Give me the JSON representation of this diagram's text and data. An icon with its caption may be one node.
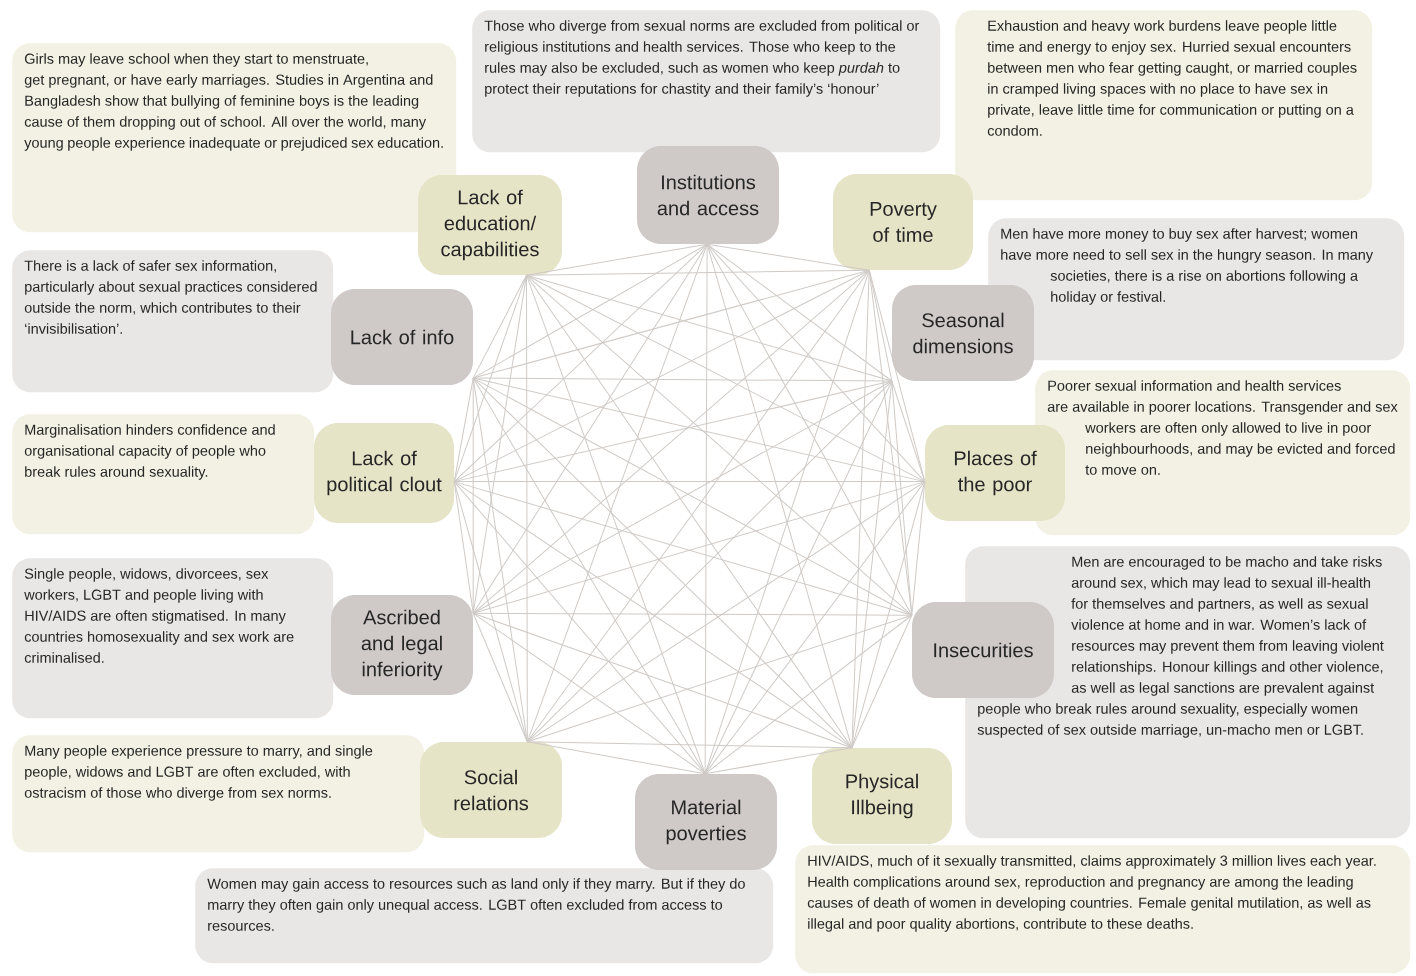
{
  "diagram": {
    "nodes": [
      {
        "text": [
          "Institutions and access"
        ]
      },
      {
        "text": [
          "Poverty of time"
        ]
      },
      {
        "text": [
          "Seasonal dimensions"
        ]
      },
      {
        "text": [
          "Places of the poor"
        ]
      },
      {
        "text": [
          "Insecurities"
        ]
      },
      {
        "text": [
          "Physical Illbeing"
        ]
      },
      {
        "text": [
          "Material poverties"
        ]
      },
      {
        "text": [
          "Social relations"
        ]
      },
      {
        "text": [
          "Ascribed and legal inferiority"
        ]
      },
      {
        "text": [
          "Lack of political clout"
        ]
      },
      {
        "text": [
          "Lack of info"
        ]
      },
      {
        "text": [
          "Lack of education/ capabilities"
        ]
      },
      {
        "text": [
          "Those who diverge from sexual norms are excluded from political or religious institutions and health services. Those who keep to the rules may also be excluded, such as women who keep *purdah* to protect their reputations for chastity and their family’s ‘honour’"
        ]
      },
      {
        "text": [
          "Exhaustion and heavy work burdens leave people little time and energy to enjoy sex. Hurried sexual encounters between men who fear getting caught, or married couples in cramped living spaces with no place to have sex in private, leave little time for communication or putting on a condom."
        ]
      },
      {
        "text": [
          "Men have more money to buy sex after harvest; women have more need to sell sex in the hungry season. In many societies, there is a rise on abortions following a holiday or festival."
        ]
      },
      {
        "text": [
          "Poorer sexual information and health services are available in poorer locations. Transgender and sex workers are often only allowed to live in poor neighbourhoods, and may be evicted and forced to move on."
        ]
      },
      {
        "text": [
          "Men are encouraged to be macho and take risks around sex, which may lead to sexual ill-health for themselves and partners, as well as sexual violence at home and in war. Women’s lack of resources may prevent them from leaving violent relationships. Honour killings and other violence, as well as legal sanctions are prevalent against people who break rules around sexuality, especially women suspected of sex outside marriage, un-macho men or LGBT."
        ]
      },
      {
        "text": [
          "HIV/AIDS, much of it sexually transmitted, claims approximately 3 million lives each year. Health complications around sex, reproduction and pregnancy are among the leading causes of death of women in developing countries. Female genital mutilation, as well as illegal and poor quality abortions, contribute to these deaths."
        ]
      },
      {
        "text": [
          "Women may gain access to resources such as land only if they marry. But if they do marry they often gain only unequal access. LGBT often excluded from access to resources."
        ]
      },
      {
        "text": [
          "Many people experience pressure to marry, and single people, widows and LGBT are often excluded, with ostracism of those who diverge from sex norms."
        ]
      },
      {
        "text": [
          "Single people, widows, divorcees, sex workers, LGBT and people living with HIV/AIDS are often stigmatised. In many countries homosexuality and sex work are criminalised."
        ]
      },
      {
        "text": [
          "Marginalisation hinders confidence and organisational capacity of people who break rules around sexuality."
        ]
      },
      {
        "text": [
          "There is a lack of safer sex information, particularly about sexual practices considered outside the norm, which contributes to their ‘invisibilisation’."
        ]
      },
      {
        "text": [
          "Girls may leave school when they start to menstruate, get pregnant, or have early marriages. Studies in Argentina and Bangladesh show that bullying of feminine boys is the leading cause of them dropping out of school. All over the world, many young people experience inadequate or prejudiced sex education."
        ]
      }
    ],
    "edges": [
      {
        "from": 0,
        "to": 1,
        "arrow": "none"
      },
      {
        "from": 0,
        "to": 2,
        "arrow": "none"
      },
      {
        "from": 0,
        "to": 3,
        "arrow": "none"
      },
      {
        "from": 0,
        "to": 4,
        "arrow": "none"
      },
      {
        "from": 0,
        "to": 5,
        "arrow": "none"
      },
      {
        "from": 0,
        "to": 6,
        "arrow": "none"
      },
      {
        "from": 0,
        "to": 7,
        "arrow": "none"
      },
      {
        "from": 0,
        "to": 8,
        "arrow": "none"
      },
      {
        "from": 0,
        "to": 9,
        "arrow": "none"
      },
      {
        "from": 0,
        "to": 10,
        "arrow": "none"
      },
      {
        "from": 0,
        "to": 11,
        "arrow": "none"
      },
      {
        "from": 1,
        "to": 2,
        "arrow": "none"
      },
      {
        "from": 1,
        "to": 3,
        "arrow": "none"
      },
      {
        "from": 1,
        "to": 4,
        "arrow": "none"
      },
      {
        "from": 1,
        "to": 5,
        "arrow": "none"
      },
      {
        "from": 1,
        "to": 6,
        "arrow": "none"
      },
      {
        "from": 1,
        "to": 7,
        "arrow": "none"
      },
      {
        "from": 1,
        "to": 8,
        "arrow": "none"
      },
      {
        "from": 1,
        "to": 9,
        "arrow": "none"
      },
      {
        "from": 1,
        "to": 10,
        "arrow": "none"
      },
      {
        "from": 1,
        "to": 11,
        "arrow": "none"
      },
      {
        "from": 2,
        "to": 3,
        "arrow": "none"
      },
      {
        "from": 2,
        "to": 4,
        "arrow": "none"
      },
      {
        "from": 2,
        "to": 5,
        "arrow": "none"
      },
      {
        "from": 2,
        "to": 6,
        "arrow": "none"
      },
      {
        "from": 2,
        "to": 7,
        "arrow": "none"
      },
      {
        "from": 2,
        "to": 8,
        "arrow": "none"
      },
      {
        "from": 2,
        "to": 9,
        "arrow": "none"
      },
      {
        "from": 2,
        "to": 10,
        "arrow": "none"
      },
      {
        "from": 2,
        "to": 11,
        "arrow": "none"
      },
      {
        "from": 3,
        "to": 4,
        "arrow": "none"
      },
      {
        "from": 3,
        "to": 5,
        "arrow": "none"
      },
      {
        "from": 3,
        "to": 6,
        "arrow": "none"
      },
      {
        "from": 3,
        "to": 7,
        "arrow": "none"
      },
      {
        "from": 3,
        "to": 8,
        "arrow": "none"
      },
      {
        "from": 3,
        "to": 9,
        "arrow": "none"
      },
      {
        "from": 3,
        "to": 10,
        "arrow": "none"
      },
      {
        "from": 3,
        "to": 11,
        "arrow": "none"
      },
      {
        "from": 4,
        "to": 5,
        "arrow": "none"
      },
      {
        "from": 4,
        "to": 6,
        "arrow": "none"
      },
      {
        "from": 4,
        "to": 7,
        "arrow": "none"
      },
      {
        "from": 4,
        "to": 8,
        "arrow": "none"
      },
      {
        "from": 4,
        "to": 9,
        "arrow": "none"
      },
      {
        "from": 4,
        "to": 10,
        "arrow": "none"
      },
      {
        "from": 4,
        "to": 11,
        "arrow": "none"
      },
      {
        "from": 5,
        "to": 6,
        "arrow": "none"
      },
      {
        "from": 5,
        "to": 7,
        "arrow": "none"
      },
      {
        "from": 5,
        "to": 8,
        "arrow": "none"
      },
      {
        "from": 5,
        "to": 9,
        "arrow": "none"
      },
      {
        "from": 5,
        "to": 10,
        "arrow": "none"
      },
      {
        "from": 5,
        "to": 11,
        "arrow": "none"
      },
      {
        "from": 6,
        "to": 7,
        "arrow": "none"
      },
      {
        "from": 6,
        "to": 8,
        "arrow": "none"
      },
      {
        "from": 6,
        "to": 9,
        "arrow": "none"
      },
      {
        "from": 6,
        "to": 10,
        "arrow": "none"
      },
      {
        "from": 6,
        "to": 11,
        "arrow": "none"
      },
      {
        "from": 7,
        "to": 8,
        "arrow": "none"
      },
      {
        "from": 7,
        "to": 9,
        "arrow": "none"
      },
      {
        "from": 7,
        "to": 10,
        "arrow": "none"
      },
      {
        "from": 7,
        "to": 11,
        "arrow": "none"
      },
      {
        "from": 8,
        "to": 9,
        "arrow": "none"
      },
      {
        "from": 8,
        "to": 10,
        "arrow": "none"
      },
      {
        "from": 8,
        "to": 11,
        "arrow": "none"
      },
      {
        "from": 9,
        "to": 10,
        "arrow": "none"
      },
      {
        "from": 9,
        "to": 11,
        "arrow": "none"
      },
      {
        "from": 10,
        "to": 11,
        "arrow": "none"
      }
    ]
  }
}
